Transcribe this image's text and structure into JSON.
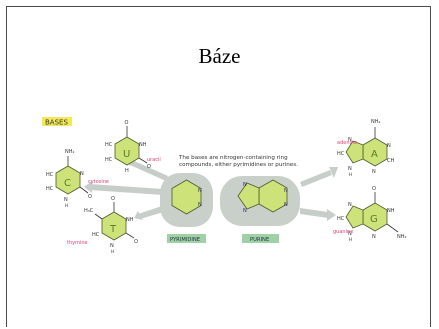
{
  "slide": {
    "title": "Báze"
  },
  "figure": {
    "heading": "BASES",
    "description_line1": "The bases are nitrogen-containing ring",
    "description_line2": "compounds, either pyrimidines or purines.",
    "class_labels": {
      "pyrimidine": "PYRIMIDINE",
      "purine": "PURINE"
    },
    "bases": {
      "uracil": {
        "letter": "U",
        "name": "uracil"
      },
      "cytosine": {
        "letter": "C",
        "name": "cytosine"
      },
      "thymine": {
        "letter": "T",
        "name": "thymine"
      },
      "adenine": {
        "letter": "A",
        "name": "adenine"
      },
      "guanine": {
        "letter": "G",
        "name": "guanine"
      }
    },
    "atoms": {
      "N": "N",
      "NH": "NH",
      "O": "O",
      "HC": "HC",
      "CH": "CH",
      "H": "H",
      "C": "C",
      "H3C": "H₃C",
      "NH2": "NH₂",
      "Hsmall": "H"
    }
  },
  "colors": {
    "ring_fill": "#cde37a",
    "ring_stroke": "#8a9a3a",
    "heading_bg": "#f2e85a",
    "class_label_bg": "#9fd0a6",
    "blob": "#c9cfc9",
    "arrow": "#c7cec9",
    "name_color": "#e0407a"
  }
}
